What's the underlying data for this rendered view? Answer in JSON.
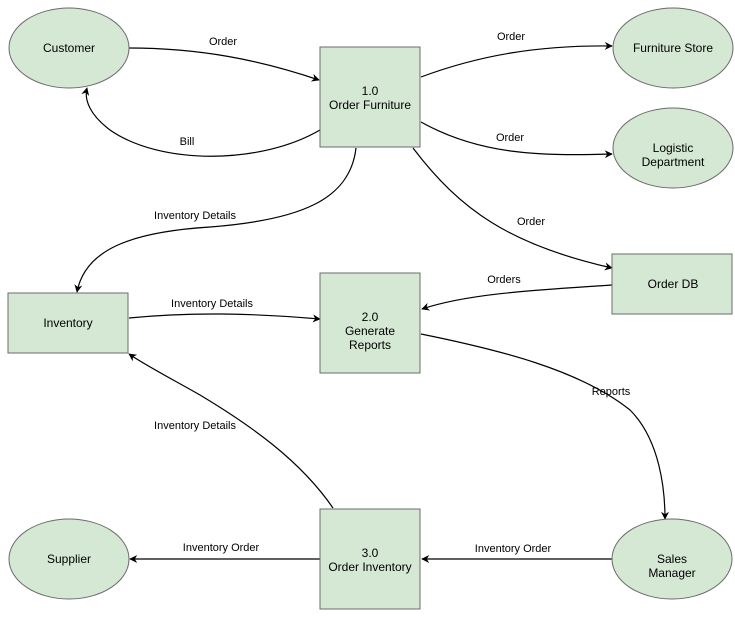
{
  "colors": {
    "node_fill": "#d5e8d4",
    "node_stroke": "#6b6b6b",
    "edge": "#000000",
    "background": "#ffffff"
  },
  "nodes": {
    "customer": {
      "lines": [
        "Customer"
      ]
    },
    "furniture_store": {
      "lines": [
        "Furniture Store"
      ]
    },
    "logistic_department": {
      "lines": [
        "Logistic",
        "Department"
      ]
    },
    "order_furniture": {
      "lines": [
        "1.0",
        "Order Furniture"
      ]
    },
    "order_db": {
      "lines": [
        "Order DB"
      ]
    },
    "inventory": {
      "lines": [
        "Inventory"
      ]
    },
    "generate_reports": {
      "lines": [
        "2.0",
        "Generate",
        "Reports"
      ]
    },
    "supplier": {
      "lines": [
        "Supplier"
      ]
    },
    "order_inventory": {
      "lines": [
        "3.0",
        "Order Inventory"
      ]
    },
    "sales_manager": {
      "lines": [
        "Sales",
        "Manager"
      ]
    }
  },
  "edges": {
    "customer_order": "Order",
    "bill": "Bill",
    "furniture_store_order": "Order",
    "logistic_order": "Order",
    "order_db_order": "Order",
    "inventory_details_to_inventory": "Inventory Details",
    "inventory_details_to_reports": "Inventory Details",
    "orders_to_reports": "Orders",
    "reports": "Reports",
    "inventory_details_from_order_inventory": "Inventory Details",
    "supplier_inventory_order": "Inventory Order",
    "sales_inventory_order": "Inventory Order"
  }
}
